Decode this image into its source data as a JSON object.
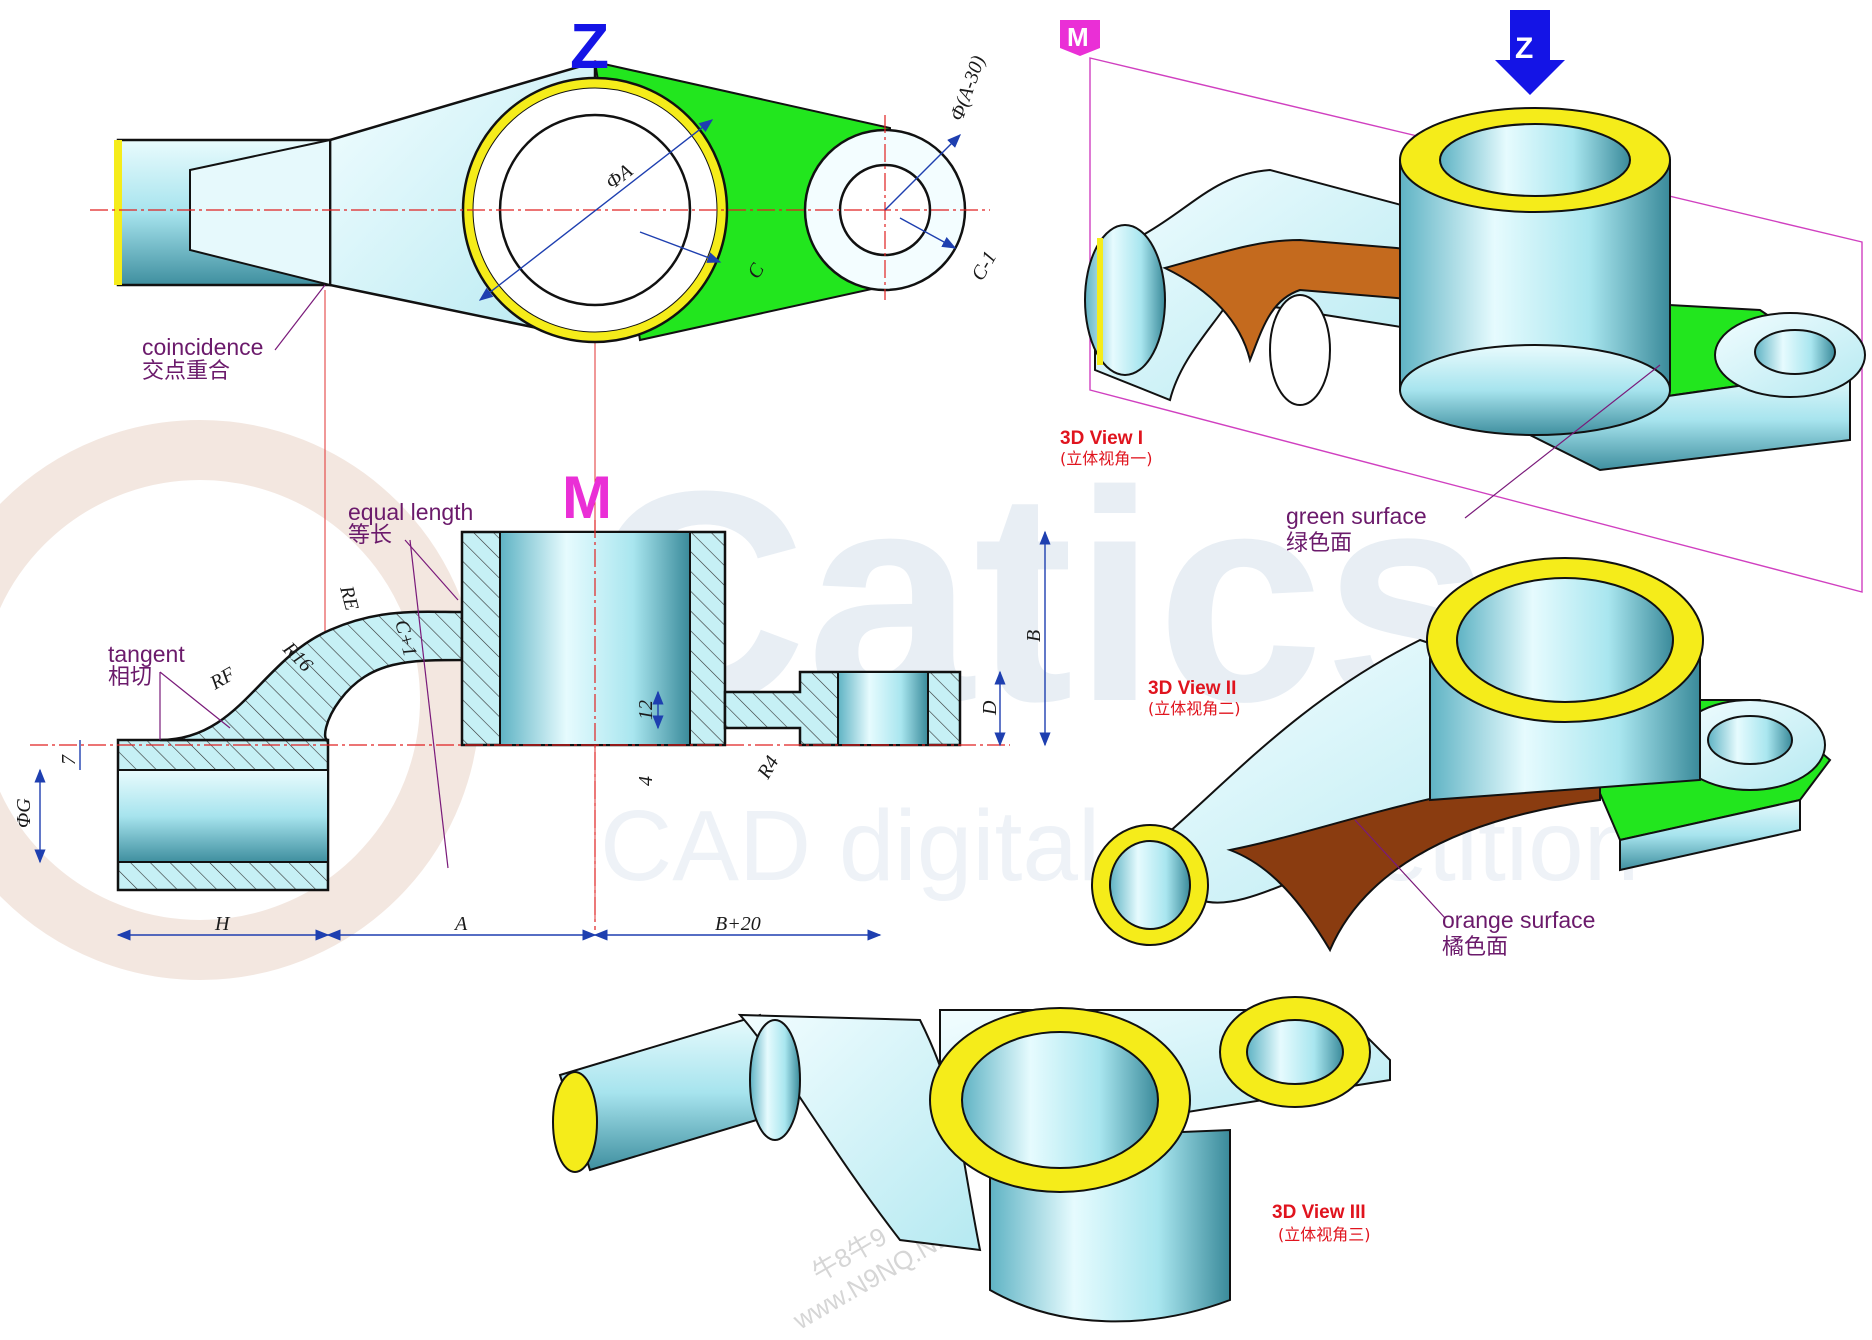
{
  "colors": {
    "cyan_face": "#bfeef4",
    "yellow_edge": "#f5ec1a",
    "green_surface": "#22e61e",
    "orange_surface": "#c46a1e",
    "dimension_blue": "#1e3fb0",
    "label_purple": "#6b1a6b",
    "view_red": "#e0141e",
    "z_blue": "#1414e6",
    "m_magenta": "#ea2fd6"
  },
  "view_markers": {
    "z_top": "Z",
    "m_front": "M",
    "m_iso": "M",
    "z_iso": "Z"
  },
  "top_view": {
    "dims": {
      "phi_a": "ΦA",
      "phi_a_minus_30": "Φ(A-30)",
      "c": "C",
      "c_minus_1": "C-1"
    }
  },
  "front_view": {
    "dims": {
      "r16": "R16",
      "re": "RE",
      "c_plus_1": "C+1",
      "rf": "RF",
      "seven": "7",
      "phi_g": "ΦG",
      "twelve": "12",
      "four": "4",
      "r4": "R4",
      "b": "B",
      "d": "D",
      "h": "H",
      "a": "A",
      "b_plus_20": "B+20"
    }
  },
  "annotations": {
    "coincidence": {
      "en": "coincidence",
      "cn": "交点重合"
    },
    "equal_length": {
      "en": "equal length",
      "cn": "等长"
    },
    "tangent": {
      "en": "tangent",
      "cn": "相切"
    },
    "green_surface": {
      "en": "green surface",
      "cn": "绿色面"
    },
    "orange_surface": {
      "en": "orange surface",
      "cn": "橘色面"
    }
  },
  "views": [
    {
      "en": "3D View I",
      "cn": "(立体视角一)"
    },
    {
      "en": "3D View II",
      "cn": "(立体视角二)"
    },
    {
      "en": "3D View III",
      "cn": "(立体视角三)"
    }
  ],
  "watermark": {
    "logo": "Catics",
    "subtitle": "CAD digital competition",
    "site": "www.N9NQ.NET",
    "site_cn": "牛8牛9"
  }
}
